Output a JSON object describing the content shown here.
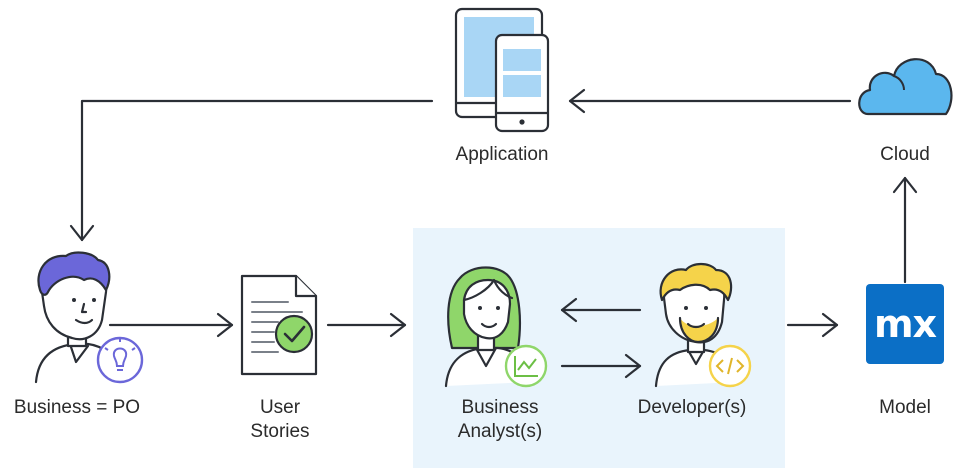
{
  "nodes": {
    "application": {
      "label": "Application"
    },
    "cloud": {
      "label": "Cloud"
    },
    "business_po": {
      "label": "Business = PO"
    },
    "user_stories": {
      "label_line1": "User",
      "label_line2": "Stories"
    },
    "business_analyst": {
      "label_line1": "Business",
      "label_line2": "Analyst(s)"
    },
    "developer": {
      "label": "Developer(s)"
    },
    "model": {
      "label": "Model",
      "logo_text": "mx"
    }
  },
  "edges": [
    {
      "from": "cloud",
      "to": "application"
    },
    {
      "from": "application",
      "to": "business_po"
    },
    {
      "from": "business_po",
      "to": "user_stories"
    },
    {
      "from": "user_stories",
      "to": "business_analyst"
    },
    {
      "from": "developer",
      "to": "business_analyst"
    },
    {
      "from": "business_analyst",
      "to": "developer"
    },
    {
      "from": "developer",
      "to": "model"
    },
    {
      "from": "model",
      "to": "cloud"
    }
  ],
  "colors": {
    "line": "#2b2f36",
    "team_panel": "#e9f4fc",
    "device_screen": "#a9d6f5",
    "cloud": "#5bb7ee",
    "mendix_blue": "#0b6fc6",
    "po_hair": "#6b67d9",
    "analyst_hair": "#8fd66a",
    "developer_hair": "#f5d34a"
  },
  "icons": [
    "tablet-phone-icon",
    "cloud-icon",
    "person-po-icon",
    "lightbulb-badge-icon",
    "document-check-icon",
    "person-analyst-icon",
    "chart-badge-icon",
    "person-developer-icon",
    "code-badge-icon",
    "mendix-logo-icon"
  ]
}
